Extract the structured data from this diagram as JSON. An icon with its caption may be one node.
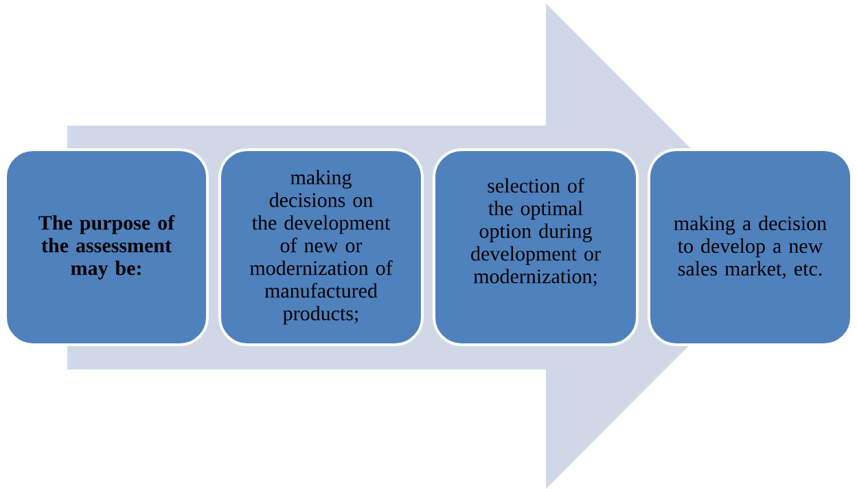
{
  "diagram": {
    "nodes": [
      {
        "text": [
          "The purpose of the assessment may be:"
        ]
      },
      {
        "text": [
          "making decisions on the development of new or modernization of manufactured products;"
        ]
      },
      {
        "text": [
          "selection of the optimal option during development or modernization;"
        ]
      },
      {
        "text": [
          "making a decision to develop a new sales market, etc."
        ]
      }
    ],
    "edges": [
      {
        "from": 0,
        "to": 3,
        "arrow": "to"
      }
    ]
  }
}
